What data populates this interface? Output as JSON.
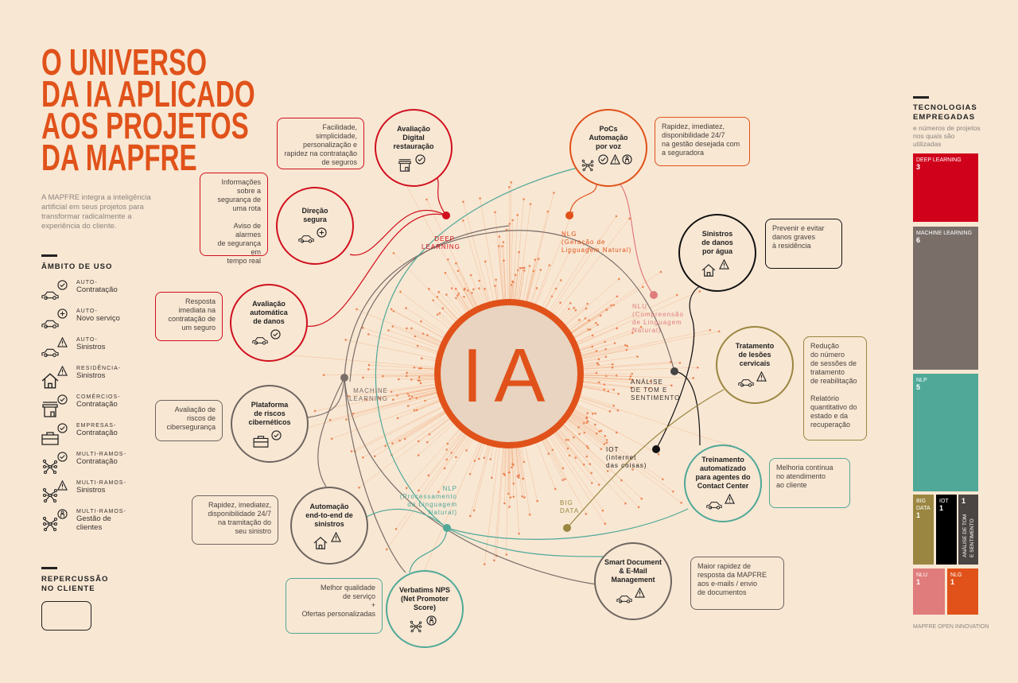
{
  "title": "O UNIVERSO\nDA IA APLICADO\nAOS PROJETOS\nDA MAPFRE",
  "intro": "A MAPFRE integra a inteligência artificial em seus projetos para transformar radicalmente a experiência do cliente.",
  "center_label": "IA",
  "ambito": {
    "heading": "ÂMBITO DE USO",
    "items": [
      {
        "category": "AUTO-",
        "label": "Contratação",
        "icon": "car-check"
      },
      {
        "category": "AUTO-",
        "label": "Novo serviço",
        "icon": "car-plus"
      },
      {
        "category": "AUTO-",
        "label": "Sinistros",
        "icon": "car-warning"
      },
      {
        "category": "RESIDÊNCIA-",
        "label": "Sinistros",
        "icon": "house-warning"
      },
      {
        "category": "COMÉRCIOS-",
        "label": "Contratação",
        "icon": "store-check"
      },
      {
        "category": "EMPRESAS-",
        "label": "Contratação",
        "icon": "briefcase-check"
      },
      {
        "category": "MULTI-RAMOS-",
        "label": "Contratação",
        "icon": "network-check"
      },
      {
        "category": "MULTI-RAMOS-",
        "label": "Sinistros",
        "icon": "network-warning"
      },
      {
        "category": "MULTI-RAMOS-",
        "label": "Gestão de\nclientes",
        "icon": "network-person"
      }
    ]
  },
  "repercussao": {
    "heading": "REPERCUSSÃO\nNO CLIENTE"
  },
  "projects": [
    {
      "title": "Avaliação\nDigital\nrestauração",
      "benefit": "Facilidade, simplicidade,\npersonalização e\nrapidez na contratação\nde seguros",
      "color": "#d0101e"
    },
    {
      "title": "Direção\nsegura",
      "benefit": "Informações\nsobre a\nsegurança de\numa rota\n\nAviso de alarmes\nde segurança em\ntempo real",
      "color": "#d0101e"
    },
    {
      "title": "Avaliação\nautomática\nde danos",
      "benefit": "Resposta\nimediata na\ncontratação de\num seguro",
      "color": "#d0101e"
    },
    {
      "title": "Plataforma\nde riscos\ncibernéticos",
      "benefit": "Avaliação de\nriscos de\ncibersegurança",
      "color": "#6e6560"
    },
    {
      "title": "Automação\nend-to-end de\nsinistros",
      "benefit": "Rapidez, imediatez,\ndisponibilidade 24/7\nna tramitação do\nseu sinistro",
      "color": "#6e6560"
    },
    {
      "title": "Verbatims NPS\n(Net Promoter\nScore)",
      "benefit": "Melhor qualidade\nde serviço\n+\nOfertas personalizadas",
      "color": "#4fa898"
    },
    {
      "title": "PoCs\nAutomação\npor voz",
      "benefit": "Rapidez, imediatez,\ndisponibilidade 24/7\nna gestão desejada com\na seguradora",
      "color": "#e0521a"
    },
    {
      "title": "Sinistros\nde danos\npor água",
      "benefit": "Prevenir e evitar\ndanos graves\nà residência",
      "color": "#111111"
    },
    {
      "title": "Tratamento\nde lesões\ncervicais",
      "benefit": "Redução\ndo número\nde sessões de\ntratamento\nde reabilitação\n\nRelatório\nquantitativo do\nestado e da\nrecuperação",
      "color": "#9a8640"
    },
    {
      "title": "Treinamento\nautomatizado\npara agentes do\nContact Center",
      "benefit": "Melhoria contínua\nno atendimento\nao cliente",
      "color": "#4fa898"
    },
    {
      "title": "Smart Document\n& E-Mail\nManagement",
      "benefit": "Maior rapidez de\nresposta da MAPFRE\naos e-mails / envio\nde documentos",
      "color": "#6e6560"
    }
  ],
  "technologies": {
    "deep_learning": "DEEP\nLEARNING",
    "nlg": "NLG\n(Geração de\nLinguagem Natural)",
    "nlu": "NLU\n(Compreensão\nde Linguagem\nNatural)",
    "analise": "ANÁLISE\nDE TOM E\nSENTIMENTO",
    "machine_learning": "MACHINE\nLEARNING",
    "nlp": "NLP\n(Processamento\nde Linguagem\nNatural)",
    "iot": "IOT\n(internet\ndas coisas)",
    "big_data": "BIG\nDATA"
  },
  "treemap": {
    "heading": "TECNOLOGIAS\nEMPREGADAS",
    "subheading": "e números de projetos nos quais são utilizadas",
    "items": [
      {
        "name": "DEEP LEARNING",
        "count": "3",
        "color": "#d0021b"
      },
      {
        "name": "MACHINE LEARNING",
        "count": "6",
        "color": "#7a6e68"
      },
      {
        "name": "NLP",
        "count": "5",
        "color": "#4fa898"
      },
      {
        "name": "BIG DATA",
        "count": "1",
        "color": "#9a8640"
      },
      {
        "name": "IOT",
        "count": "1",
        "color": "#000000"
      },
      {
        "name": "ANÁLISE DE TOM E SENTIMENTO",
        "count": "1",
        "color": "#4a4442"
      },
      {
        "name": "NLU",
        "count": "1",
        "color": "#e07c7c"
      },
      {
        "name": "NLG",
        "count": "1",
        "color": "#e0521a"
      }
    ]
  },
  "footer": "MAPFRE OPEN INNOVATION"
}
